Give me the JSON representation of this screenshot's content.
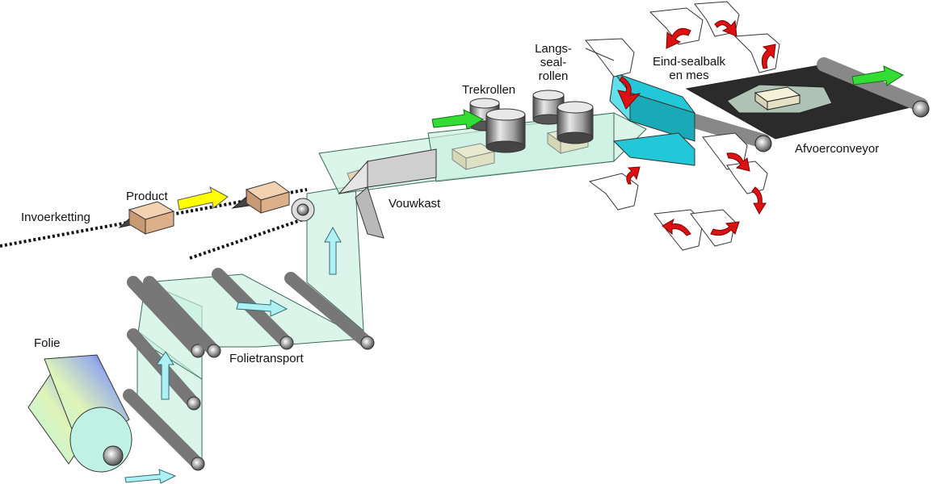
{
  "labels": {
    "invoerketting": "Invoerketting",
    "product": "Product",
    "vouwkast": "Vouwkast",
    "trekrollen": "Trekrollen",
    "langs_1": "Langs-",
    "langs_2": "seal-",
    "langs_3": "rollen",
    "eind_1": "Eind-sealbalk",
    "eind_2": "en mes",
    "afvoerconveyor": "Afvoerconveyor",
    "folie": "Folie",
    "folietransport": "Folietransport"
  },
  "colors": {
    "film": "#c9f0e0",
    "film_stroke": "#3a6a55",
    "roller": "#9a9a9a",
    "product": "#e4b894",
    "feed_arrow": "#ffff00",
    "pull_arrow": "#33dd33",
    "film_arrow": "#aef0f4",
    "motion_arrow": "#dd1111",
    "seal_bar": "#22c8d8",
    "conveyor_belt": "#2b2b2b"
  }
}
